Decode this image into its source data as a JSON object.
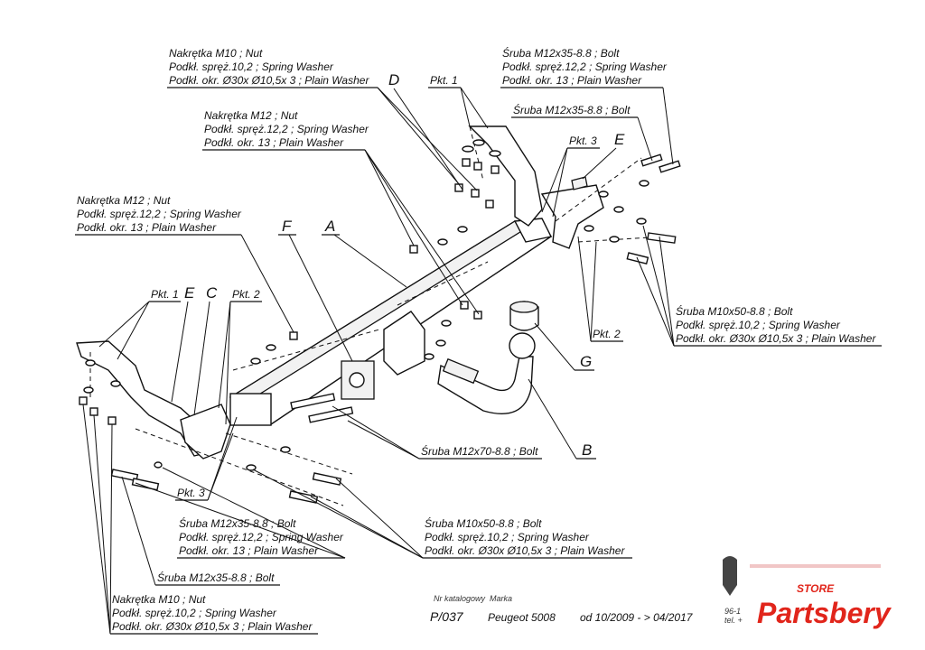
{
  "labels": {
    "top_left_nut_m10": [
      "Nakrętka  M10 ; Nut",
      "Podkł. spręż.10,2 ; Spring Washer",
      "Podkł. okr.  Ø30x Ø10,5x 3 ; Plain Washer"
    ],
    "top_mid_nut_m12": [
      "Nakrętka  M12 ; Nut",
      "Podkł. spręż.12,2 ; Spring Washer",
      "Podkł. okr. 13 ; Plain Washer"
    ],
    "left_nut_m12": [
      "Nakrętka  M12 ; Nut",
      "Podkł. spręż.12,2 ; Spring Washer",
      "Podkł. okr. 13 ; Plain Washer"
    ],
    "top_right_bolt": [
      "Śruba M12x35-8.8 ;  Bolt",
      "Podkł. spręż.12,2 ; Spring Washer",
      "Podkł. okr. 13 ; Plain Washer"
    ],
    "right_bolt_single": "Śruba M12x35-8.8 ;  Bolt",
    "right_bolt_m10": [
      "Śruba M10x50-8.8 ;  Bolt",
      "Podkł. spręż.10,2 ; Spring Washer",
      "Podkł. okr.  Ø30x Ø10,5x 3 ; Plain Washer"
    ],
    "center_bolt_m12x70": "Śruba M12x70-8.8 ;  Bolt",
    "bottom_mid_bolt_m10": [
      "Śruba M10x50-8.8 ;  Bolt",
      "Podkł. spręż.10,2 ; Spring Washer",
      "Podkł. okr.  Ø30x Ø10,5x 3 ; Plain Washer"
    ],
    "bottom_left_bolt_m12": [
      "Śruba M12x35-8.8 ;  Bolt",
      "Podkł. spręż.12,2 ; Spring Washer",
      "Podkł. okr. 13 ; Plain Washer"
    ],
    "bottom_left_bolt_single": "Śruba M12x35-8.8 ;  Bolt",
    "bottom_left_nut_m10": [
      "Nakrętka  M10 ; Nut",
      "Podkł. spręż.10,2 ; Spring Washer",
      "Podkł. okr.  Ø30x Ø10,5x 3 ; Plain Washer"
    ],
    "pkt1": "Pkt. 1",
    "pkt2": "Pkt. 2",
    "pkt3": "Pkt. 3",
    "letter_A": "A",
    "letter_B": "B",
    "letter_C": "C",
    "letter_D": "D",
    "letter_E": "E",
    "letter_F": "F",
    "letter_G": "G"
  },
  "footer": {
    "catalog_label": "Nr katalogowy",
    "brand_label": "Marka",
    "catalog_number": "P/037",
    "brand": "Peugeot 5008",
    "date_range": "od 10/2009 - > 04/2017",
    "tel_fragment_1": "96-1",
    "tel_fragment_2": "tel. +"
  },
  "logo": {
    "store_text": "STORE",
    "brand_text": "Partsbery",
    "brand_color": "#e1251b"
  }
}
